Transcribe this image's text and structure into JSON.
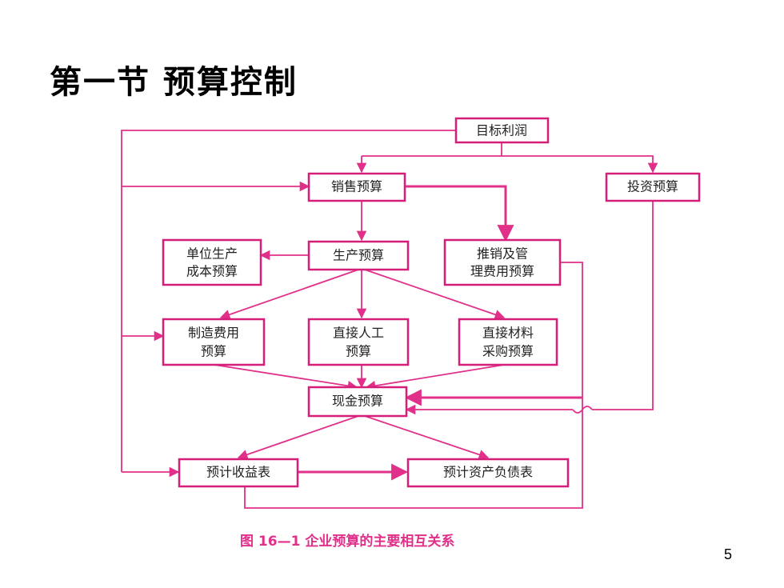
{
  "title": "第一节 预算控制",
  "page_number": "5",
  "caption": "图 16—1 企业预算的主要相互关系",
  "colors": {
    "line": "#e0308a",
    "box_border": "#d61e78",
    "caption": "#e0308a"
  },
  "nodes": {
    "target_profit": [
      "目标利润"
    ],
    "sales_budget": [
      "销售预算"
    ],
    "investment_budget": [
      "投资预算"
    ],
    "unit_cost_budget": [
      "单位生产",
      "成本预算"
    ],
    "production_budget": [
      "生产预算"
    ],
    "selling_admin_budget": [
      "推销及管",
      "理费用预算"
    ],
    "overhead_budget": [
      "制造费用",
      "预算"
    ],
    "direct_labor_budget": [
      "直接人工",
      "预算"
    ],
    "direct_material_budget": [
      "直接材料",
      "采购预算"
    ],
    "cash_budget": [
      "现金预算"
    ],
    "income_statement": [
      "预计收益表"
    ],
    "balance_sheet": [
      "预计资产负债表"
    ]
  }
}
